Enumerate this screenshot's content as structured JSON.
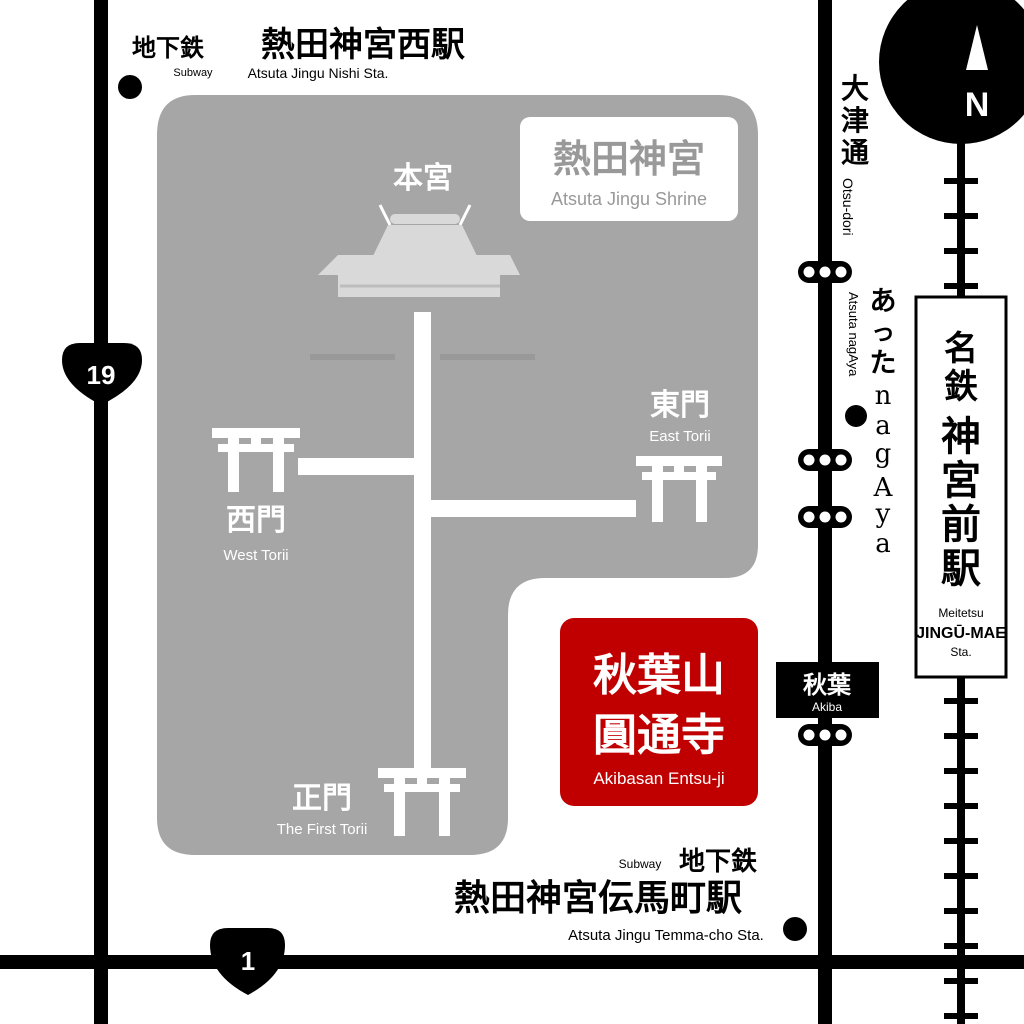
{
  "colors": {
    "road": "#000000",
    "shrine_area": "#a6a6a6",
    "shrine_paths": "#ffffff",
    "temple_box": "#c00000",
    "label_box_bg": "#ffffff"
  },
  "north_label": "N",
  "routes": {
    "route_19": "19",
    "route_1": "1"
  },
  "stations": {
    "nishi": {
      "kind_jp": "地下鉄",
      "name_jp": "熱田神宮西駅",
      "kind_en": "Subway",
      "name_en": "Atsuta Jingu Nishi Sta."
    },
    "temma": {
      "kind_jp": "地下鉄",
      "name_jp": "熱田神宮伝馬町駅",
      "kind_en": "Subway",
      "name_en": "Atsuta Jingu Temma-cho Sta."
    },
    "meitetsu": {
      "name_jp": [
        "名",
        "鉄",
        "神",
        "宮",
        "前",
        "駅"
      ],
      "line1": "Meitetsu",
      "line2": "JINGŪ-MAE",
      "line3": "Sta."
    }
  },
  "shrine": {
    "name_jp": "熱田神宮",
    "name_en": "Atsuta Jingu Shrine",
    "main_hall_jp": "本宮",
    "east_gate_jp": "東門",
    "east_gate_en": "East Torii",
    "west_gate_jp": "西門",
    "west_gate_en": "West Torii",
    "main_gate_jp": "正門",
    "main_gate_en": "The First Torii"
  },
  "temple": {
    "line1_jp": "秋葉山",
    "line2_jp": "圓通寺",
    "name_en": "Akibasan Entsu-ji"
  },
  "streets": {
    "otsu_jp": [
      "大",
      "津",
      "通"
    ],
    "otsu_en": "Otsu-dori"
  },
  "landmarks": {
    "nagaya_jp": [
      "あ",
      "っ",
      "た",
      "n",
      "a",
      "g",
      "A",
      "y",
      "a"
    ],
    "nagaya_en": "Atsuta nagAya"
  },
  "bus_stop": {
    "name_jp": "秋葉",
    "name_en": "Akiba"
  }
}
